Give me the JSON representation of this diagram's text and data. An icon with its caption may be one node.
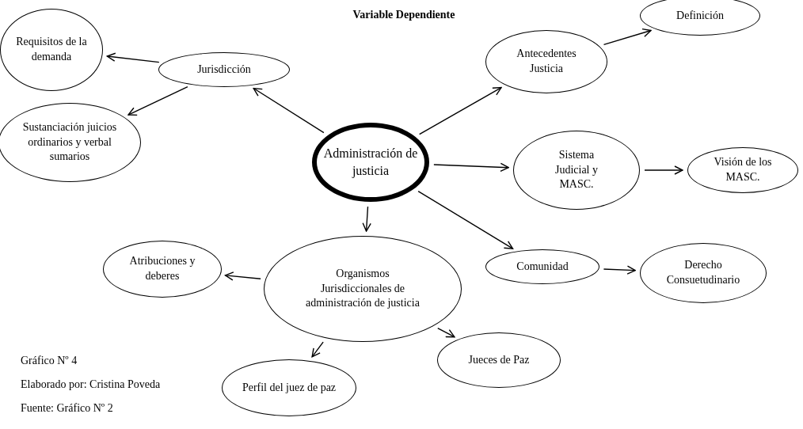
{
  "diagram": {
    "title": "Variable Dependiente",
    "nodes": [
      {
        "text": [
          "Administración de justicia"
        ]
      },
      {
        "text": [
          "Jurisdicción"
        ]
      },
      {
        "text": [
          "Requisitos de la demanda"
        ]
      },
      {
        "text": [
          "Sustanciación juicios ordinarios y verbal sumarios"
        ]
      },
      {
        "text": [
          "Antecedentes Justicia"
        ]
      },
      {
        "text": [
          "Definición"
        ]
      },
      {
        "text": [
          "Sistema Judicial y MASC."
        ]
      },
      {
        "text": [
          "Visión de los MASC."
        ]
      },
      {
        "text": [
          "Comunidad"
        ]
      },
      {
        "text": [
          "Derecho Consuetudinario"
        ]
      },
      {
        "text": [
          "Organismos Jurisdiccionales de administración de justicia"
        ]
      },
      {
        "text": [
          "Atribuciones y deberes"
        ]
      },
      {
        "text": [
          "Jueces de Paz"
        ]
      },
      {
        "text": [
          "Perfil del juez de paz"
        ]
      }
    ],
    "edges": [
      {
        "from": 0,
        "to": 1,
        "arrow": "to"
      },
      {
        "from": 1,
        "to": 2,
        "arrow": "to"
      },
      {
        "from": 1,
        "to": 3,
        "arrow": "to"
      },
      {
        "from": 0,
        "to": 4,
        "arrow": "to"
      },
      {
        "from": 4,
        "to": 5,
        "arrow": "to"
      },
      {
        "from": 0,
        "to": 6,
        "arrow": "to"
      },
      {
        "from": 6,
        "to": 7,
        "arrow": "to"
      },
      {
        "from": 0,
        "to": 8,
        "arrow": "to"
      },
      {
        "from": 8,
        "to": 9,
        "arrow": "to"
      },
      {
        "from": 0,
        "to": 10,
        "arrow": "to"
      },
      {
        "from": 10,
        "to": 11,
        "arrow": "to"
      },
      {
        "from": 10,
        "to": 12,
        "arrow": "to"
      },
      {
        "from": 10,
        "to": 13,
        "arrow": "to"
      }
    ],
    "labels": [
      "Gráfico Nº 4",
      "Elaborado por: Cristina Poveda",
      "Fuente: Gráfico Nº 2"
    ]
  }
}
